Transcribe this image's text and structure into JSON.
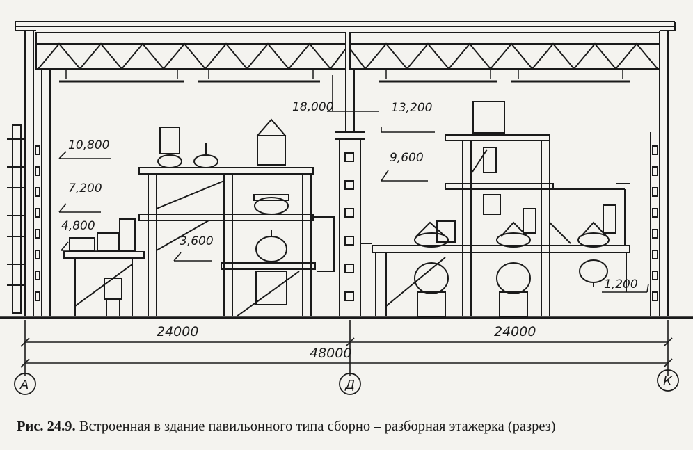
{
  "caption": {
    "label": "Рис. 24.9.",
    "text": "Встроенная в здание павильонного типа сборно – разборная этажерка (разрез)"
  },
  "elevations": [
    "18,000",
    "13,200",
    "10,800",
    "9,600",
    "7,200",
    "4,800",
    "3,600",
    "1,200"
  ],
  "dimensions": {
    "left_span": "24000",
    "right_span": "24000",
    "total": "48000"
  },
  "axes": [
    "А",
    "Д",
    "К"
  ]
}
